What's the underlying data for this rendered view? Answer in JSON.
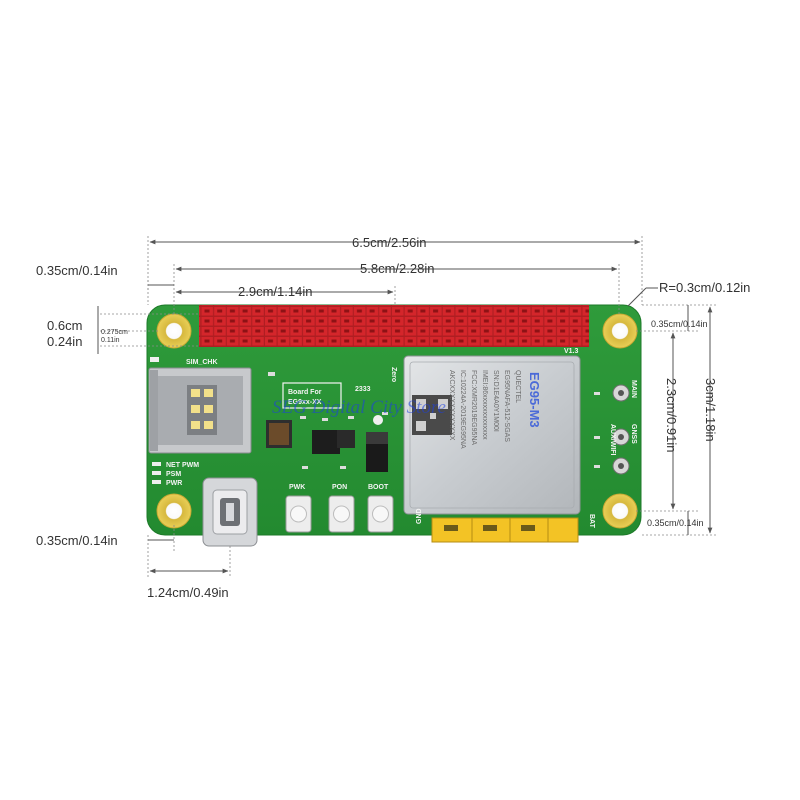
{
  "dimensions": {
    "overall_width": "6.5cm/2.56in",
    "hole_pitch_x": "5.8cm/2.28in",
    "header_offset": "2.9cm/1.14in",
    "corner_radius": "R=0.3cm/0.12in",
    "left_margin_top": "0.35cm/0.14in",
    "header_height_cm": "0.6cm",
    "header_height_in": "0.24in",
    "hole_offset_small_cm": "0.275cm",
    "hole_offset_small_in": "0.11in",
    "right_hole_top": "0.35cm/0.14in",
    "hole_pitch_y": "2.3cm/0.91in",
    "right_hole_bottom": "0.35cm/0.14in",
    "overall_height": "3cm/1.18in",
    "left_margin_bottom": "0.35cm/0.14in",
    "usb_offset": "1.24cm/0.49in"
  },
  "board": {
    "labels": {
      "sim_chk": "SIM_CHK",
      "zero": "Zero",
      "board_for_line1": "Board For",
      "board_for_line2": "EG9xx-XX",
      "code": "2333",
      "net_pwm": "NET PWM",
      "psm": "PSM",
      "pwr": "PWR",
      "pwk": "PWK",
      "pon": "PON",
      "boot": "BOOT",
      "main": "MAIN",
      "aux": "AUX/WIFI",
      "gnss": "GNSS",
      "v13": "V1.3",
      "gnd": "GND",
      "bat": "BAT"
    },
    "module": {
      "title": "EG95-M3",
      "lines": [
        "QUECTEL",
        "EG95NAFA-512-SGAS",
        "SN:D1E4A0Y1M00I",
        "IMEI:86xxxxxxxxxxxxx",
        "FCC:XMR2019EG95NA",
        "IC:10224A-2019EG95NA",
        "AKCXXXXXXXXXXXX"
      ]
    }
  },
  "watermark": "SEG Digital City Store"
}
